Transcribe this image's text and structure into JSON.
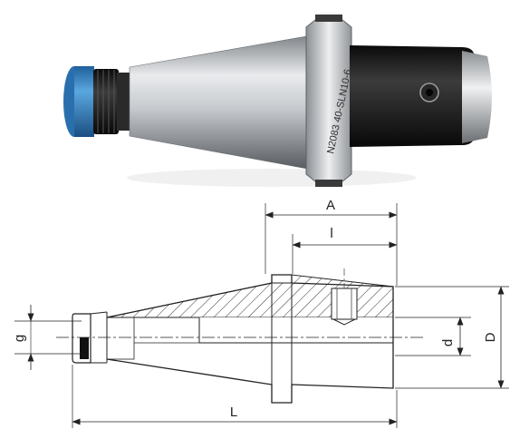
{
  "photo": {
    "engraving": "N2083 40-SLN10-6"
  },
  "drawing": {
    "labels": {
      "A": "A",
      "l": "l",
      "D": "D",
      "d": "d",
      "g": "g",
      "L": "L"
    }
  },
  "colors": {
    "collet_nut": "#3a86c4",
    "body_steel": "#b5b9bd",
    "holder_black": "#141414",
    "line": "#222222"
  }
}
